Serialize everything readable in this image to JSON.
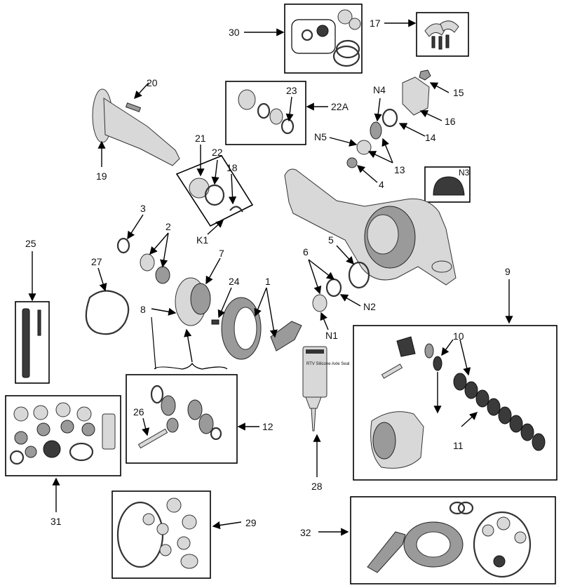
{
  "diagram": {
    "callouts": {
      "c30": "30",
      "c17": "17",
      "c20": "20",
      "c23": "23",
      "c22a": "22A",
      "cN4": "N4",
      "c15": "15",
      "c16": "16",
      "c14": "14",
      "cN5": "N5",
      "c13": "13",
      "c4": "4",
      "cN3": "N3",
      "c21": "21",
      "c22": "22",
      "c18": "18",
      "c19": "19",
      "cK1": "K1",
      "c3": "3",
      "c2": "2",
      "c25": "25",
      "c27": "27",
      "c7": "7",
      "c24": "24",
      "c1": "1",
      "c6": "6",
      "c5": "5",
      "cN2": "N2",
      "cN1": "N1",
      "c9": "9",
      "c8": "8",
      "c10": "10",
      "c26": "26",
      "c12": "12",
      "c11": "11",
      "c28": "28",
      "c31": "31",
      "c29": "29",
      "c32": "32"
    },
    "sealant_tube_text": "RTV Silicone Axle Seal",
    "colors": {
      "line": "#000000",
      "part_light": "#d8d8d8",
      "part_dark": "#3a3a3a"
    }
  }
}
